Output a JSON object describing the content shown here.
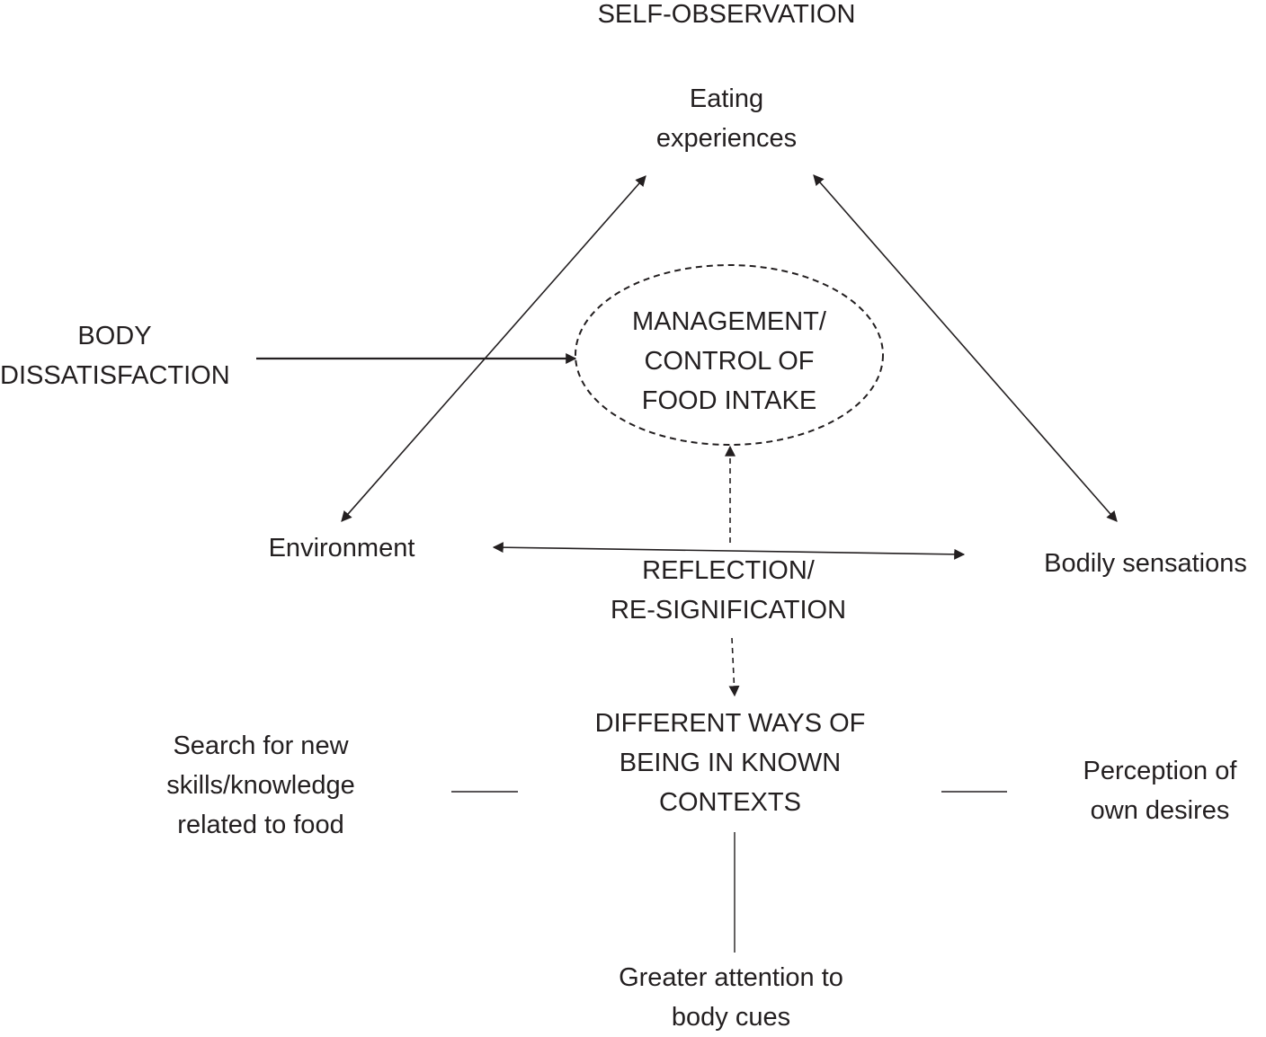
{
  "diagram": {
    "self_observation": "SELF-OBSERVATION",
    "eating_experiences": [
      "Eating",
      "experiences"
    ],
    "body_dissatisfaction": [
      "BODY",
      "DISSATISFACTION"
    ],
    "management": [
      "MANAGEMENT/",
      "CONTROL OF",
      "FOOD INTAKE"
    ],
    "environment": "Environment",
    "bodily_sensations": "Bodily sensations",
    "reflection": [
      "REFLECTION/",
      "RE-SIGNIFICATION"
    ],
    "different_ways": [
      "DIFFERENT WAYS OF",
      "BEING IN KNOWN",
      "CONTEXTS"
    ],
    "search_skills": [
      "Search for new",
      "skills/knowledge",
      "related to food"
    ],
    "perception_desires": [
      "Perception of",
      "own desires"
    ],
    "greater_attention": [
      "Greater attention to",
      "body cues"
    ]
  },
  "colors": {
    "stroke": "#231f20",
    "text": "#231f20",
    "background": "#ffffff"
  }
}
